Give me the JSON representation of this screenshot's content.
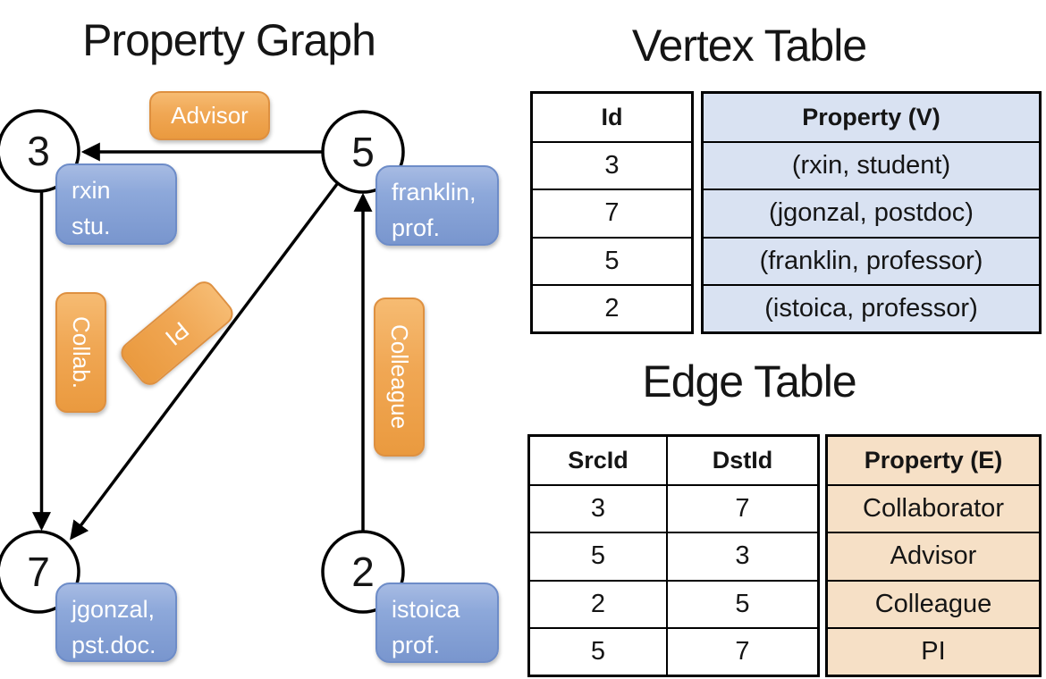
{
  "titles": {
    "graph": "Property Graph",
    "vertex": "Vertex Table",
    "edge": "Edge Table"
  },
  "colors": {
    "edge_accent": "#EFA24A",
    "vertex_accent": "#7E9CD4",
    "vertex_cell_bg": "#D9E2F2",
    "edge_cell_bg": "#F6E0C6",
    "line": "#000000"
  },
  "graph": {
    "nodes": [
      {
        "id": "3",
        "prop_line1": "rxin",
        "prop_line2": "stu."
      },
      {
        "id": "5",
        "prop_line1": "franklin,",
        "prop_line2": "prof."
      },
      {
        "id": "7",
        "prop_line1": "jgonzal,",
        "prop_line2": "pst.doc."
      },
      {
        "id": "2",
        "prop_line1": "istoica",
        "prop_line2": "prof."
      }
    ],
    "edge_labels": [
      {
        "label": "Advisor"
      },
      {
        "label": "Collab."
      },
      {
        "label": "PI"
      },
      {
        "label": "Colleague"
      }
    ]
  },
  "vertex_table": {
    "headers": {
      "id": "Id",
      "property": "Property (V)"
    },
    "rows": [
      {
        "id": "3",
        "property": "(rxin, student)"
      },
      {
        "id": "7",
        "property": "(jgonzal, postdoc)"
      },
      {
        "id": "5",
        "property": "(franklin, professor)"
      },
      {
        "id": "2",
        "property": "(istoica, professor)"
      }
    ]
  },
  "edge_table": {
    "headers": {
      "src": "SrcId",
      "dst": "DstId",
      "property": "Property (E)"
    },
    "rows": [
      {
        "src": "3",
        "dst": "7",
        "property": "Collaborator"
      },
      {
        "src": "5",
        "dst": "3",
        "property": "Advisor"
      },
      {
        "src": "2",
        "dst": "5",
        "property": "Colleague"
      },
      {
        "src": "5",
        "dst": "7",
        "property": "PI"
      }
    ]
  }
}
